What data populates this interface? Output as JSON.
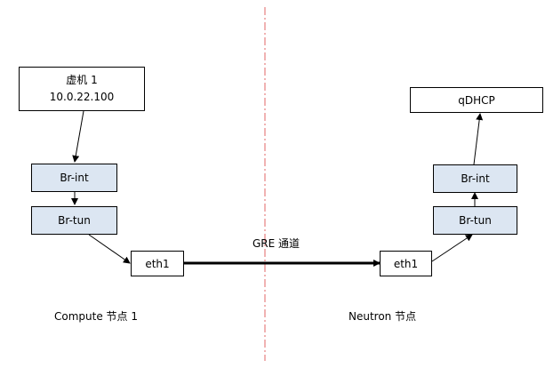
{
  "compute": {
    "vm_title": "虚机 1",
    "vm_ip": "10.0.22.100",
    "br_int": "Br-int",
    "br_tun": "Br-tun",
    "eth": "eth1",
    "node_label": "Compute  节点 1"
  },
  "neutron": {
    "qdhcp": "qDHCP",
    "br_int": "Br-int",
    "br_tun": "Br-tun",
    "eth": "eth1",
    "node_label": "Neutron  节点"
  },
  "tunnel": {
    "label": "GRE  通道"
  },
  "colors": {
    "divider": "#e06666",
    "bridge_fill": "#dce6f2",
    "line": "#000000"
  }
}
